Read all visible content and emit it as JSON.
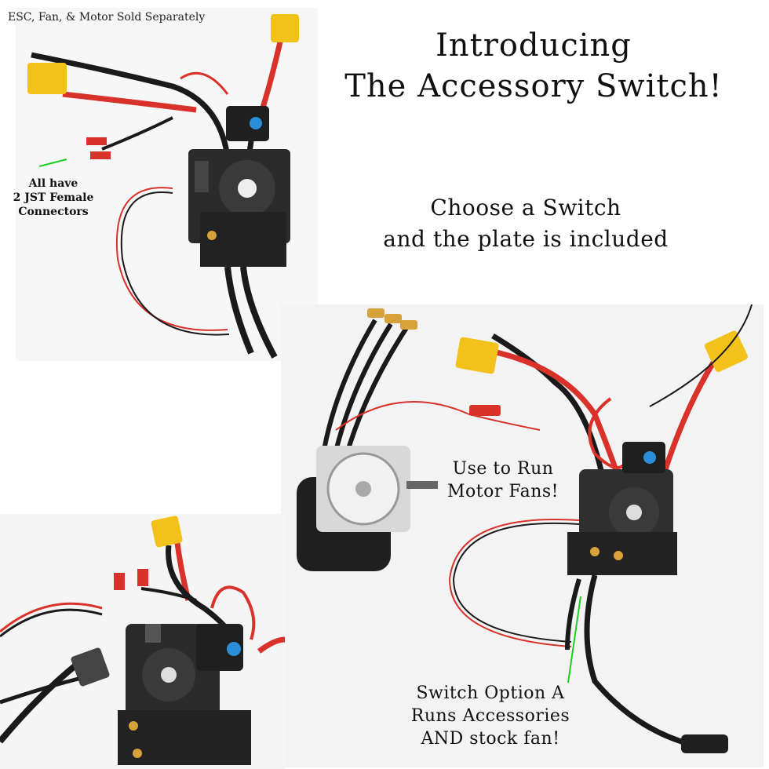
{
  "header": {
    "disclaimer": "ESC, Fan, & Motor Sold Separately",
    "title_line1": "Introducing",
    "title_line2": "The Accessory Switch!",
    "subtitle_line1": "Choose a Switch",
    "subtitle_line2": "and the plate is included"
  },
  "callouts": {
    "connectors_line1": "All have",
    "connectors_line2": "2 JST Female",
    "connectors_line3": "Connectors",
    "motor_fans_line1": "Use to Run",
    "motor_fans_line2": "Motor Fans!",
    "option_a_line1": "Switch Option A",
    "option_a_line2": "Runs Accessories",
    "option_a_line3": "AND stock fan!"
  },
  "photos": [
    {
      "name": "esc-top-left",
      "description": "ESC with accessory switch and JST connectors"
    },
    {
      "name": "esc-motor-right",
      "description": "ESC with motor and fan, accessory switch option A"
    },
    {
      "name": "esc-bottom-left",
      "description": "ESC with switch plate installed"
    }
  ],
  "colors": {
    "pointer_line": "#22cc22",
    "wire_red": "#d8322a",
    "wire_black": "#1a1a1a",
    "connector_yellow": "#f2c21a",
    "esc_body": "#2b2b2b",
    "button_blue": "#2a8fd8"
  }
}
